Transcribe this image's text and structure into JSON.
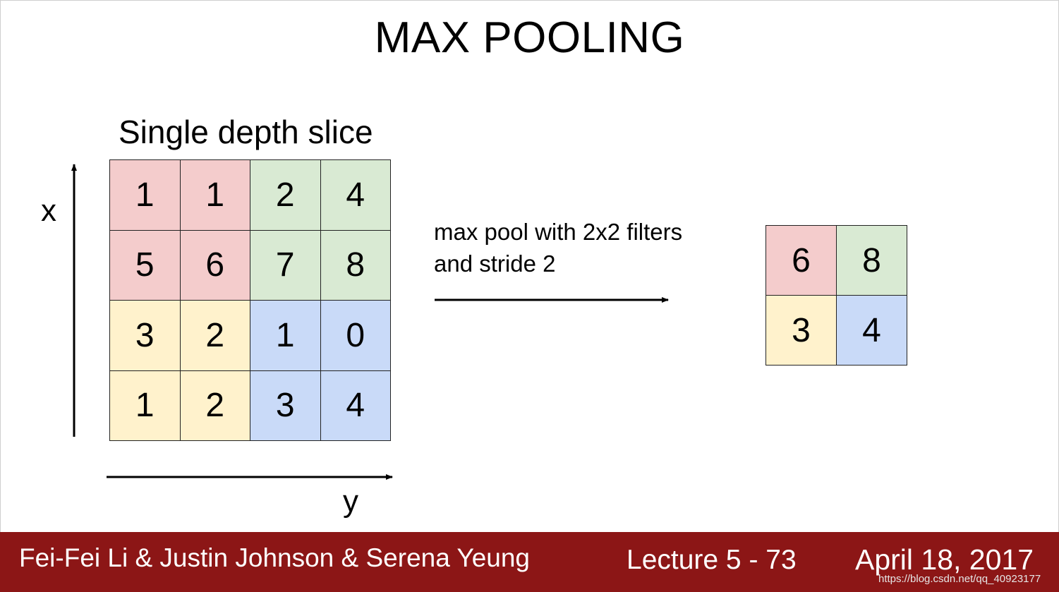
{
  "title": "MAX POOLING",
  "slice_label": "Single depth slice",
  "axis": {
    "x_label": "x",
    "y_label": "y"
  },
  "operation": {
    "line1": "max pool with 2x2 filters",
    "line2": "and stride 2"
  },
  "input_grid": {
    "rows": [
      [
        {
          "v": "1",
          "q": "red"
        },
        {
          "v": "1",
          "q": "red"
        },
        {
          "v": "2",
          "q": "green"
        },
        {
          "v": "4",
          "q": "green"
        }
      ],
      [
        {
          "v": "5",
          "q": "red"
        },
        {
          "v": "6",
          "q": "red"
        },
        {
          "v": "7",
          "q": "green"
        },
        {
          "v": "8",
          "q": "green"
        }
      ],
      [
        {
          "v": "3",
          "q": "yellow"
        },
        {
          "v": "2",
          "q": "yellow"
        },
        {
          "v": "1",
          "q": "blue"
        },
        {
          "v": "0",
          "q": "blue"
        }
      ],
      [
        {
          "v": "1",
          "q": "yellow"
        },
        {
          "v": "2",
          "q": "yellow"
        },
        {
          "v": "3",
          "q": "blue"
        },
        {
          "v": "4",
          "q": "blue"
        }
      ]
    ]
  },
  "output_grid": {
    "rows": [
      [
        {
          "v": "6",
          "q": "red"
        },
        {
          "v": "8",
          "q": "green"
        }
      ],
      [
        {
          "v": "3",
          "q": "yellow"
        },
        {
          "v": "4",
          "q": "blue"
        }
      ]
    ]
  },
  "colors": {
    "red": "#f4cccc",
    "green": "#d9ead3",
    "yellow": "#fff2cc",
    "blue": "#c9daf8",
    "footer_bg": "#8c1616"
  },
  "footer": {
    "authors": "Fei-Fei Li & Justin Johnson & Serena Yeung",
    "lecture": "Lecture 5 - 73",
    "date": "April 18, 2017",
    "watermark": "https://blog.csdn.net/qq_40923177"
  }
}
